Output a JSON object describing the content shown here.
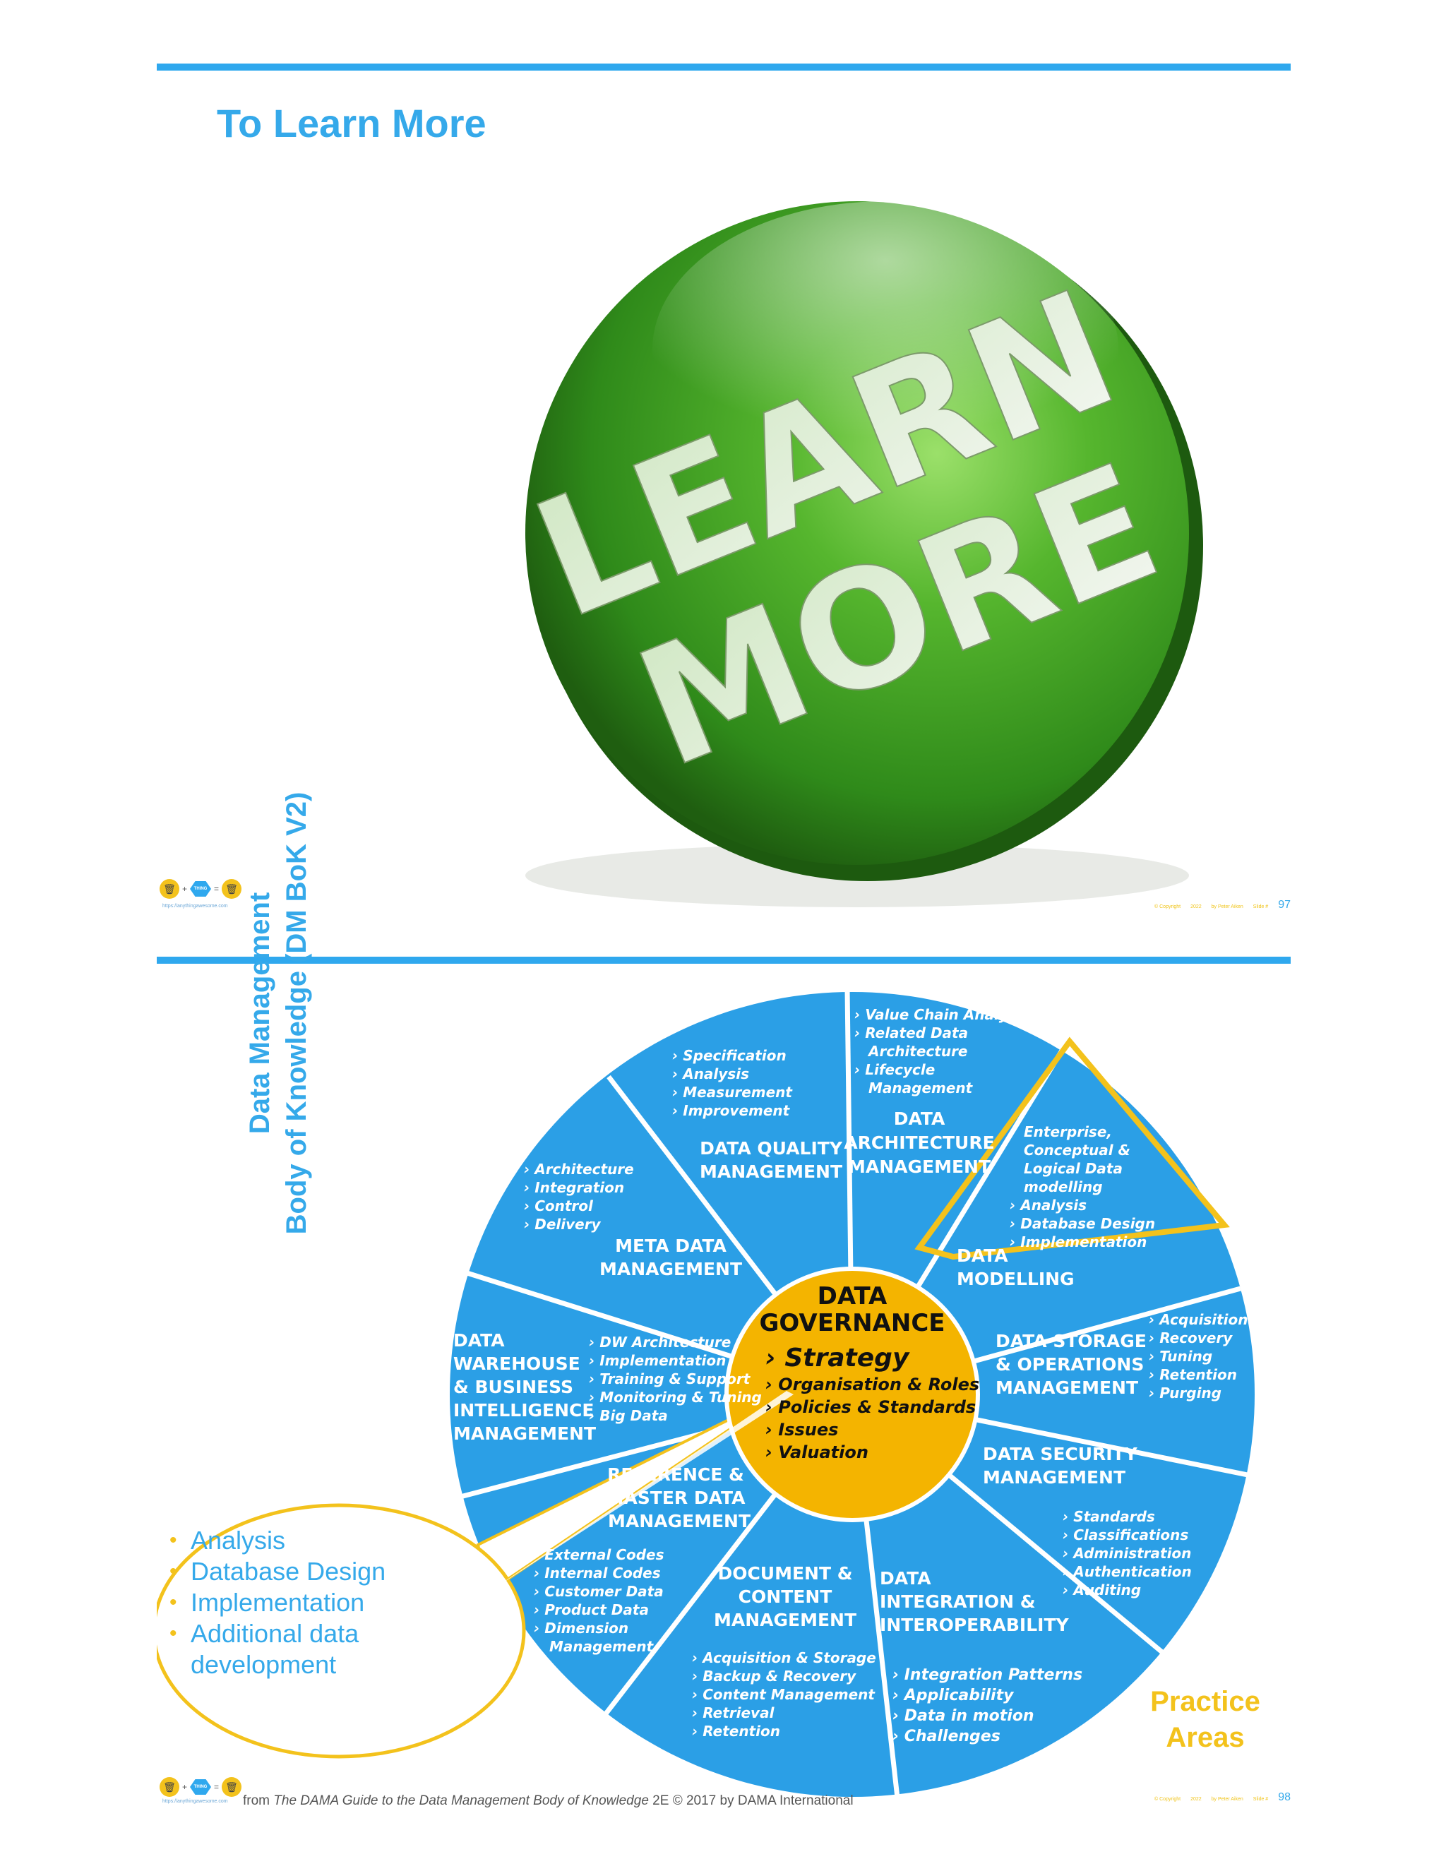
{
  "slide1": {
    "title": "To Learn More",
    "badge_line1": "LEARN",
    "badge_line2": "MORE",
    "footer": {
      "url": "https://anythingawesome.com",
      "copyright": "© Copyright",
      "year": "2022",
      "author": "by Peter Aiken",
      "slide_label": "Slide #",
      "page": "97"
    }
  },
  "slide2": {
    "vertical_title_line1": "Data Management",
    "vertical_title_line2": "Body of Knowledge (DM BoK V2)",
    "center": {
      "line1": "DATA",
      "line2": "GOVERNANCE",
      "items": [
        "Strategy",
        "Organisation & Roles",
        "Policies & Standards",
        "Issues",
        "Valuation"
      ]
    },
    "segments": {
      "quality": {
        "title": [
          "DATA QUALITY",
          "MANAGEMENT"
        ],
        "items": [
          "Specification",
          "Analysis",
          "Measurement",
          "Improvement"
        ]
      },
      "architecture": {
        "title": [
          "DATA",
          "ARCHITECTURE",
          "MANAGEMENT"
        ],
        "items": [
          "Value Chain Analysis",
          "Related Data",
          "Architecture",
          "Lifecycle",
          "Management"
        ]
      },
      "modelling": {
        "title": [
          "DATA",
          "MODELLING"
        ],
        "items": [
          "Enterprise,",
          "Conceptual &",
          "Logical  Data",
          "modelling",
          "Analysis",
          "Database Design",
          "Implementation"
        ]
      },
      "storage": {
        "title": [
          "DATA STORAGE",
          "& OPERATIONS",
          "MANAGEMENT"
        ],
        "items": [
          "Acquisition",
          "Recovery",
          "Tuning",
          "Retention",
          "Purging"
        ]
      },
      "security": {
        "title": [
          "DATA SECURITY",
          "MANAGEMENT"
        ],
        "items": [
          "Standards",
          "Classifications",
          "Administration",
          "Authentication",
          "Auditing"
        ]
      },
      "integration": {
        "title": [
          "DATA",
          "INTEGRATION &",
          "INTEROPERABILITY"
        ],
        "items": [
          "Integration Patterns",
          "Applicability",
          "Data in motion",
          "Challenges"
        ]
      },
      "document": {
        "title": [
          "DOCUMENT &",
          "CONTENT",
          "MANAGEMENT"
        ],
        "items": [
          "Acquisition & Storage",
          "Backup & Recovery",
          "Content Management",
          "Retrieval",
          "Retention"
        ]
      },
      "reference": {
        "title": [
          "REFERENCE &",
          "MASTER DATA",
          "MANAGEMENT"
        ],
        "items": [
          "External Codes",
          "Internal Codes",
          "Customer Data",
          "Product Data",
          "Dimension",
          "Management"
        ]
      },
      "warehouse": {
        "title": [
          "DATA",
          "WAREHOUSE",
          "& BUSINESS",
          "INTELLIGENCE",
          "MANAGEMENT"
        ],
        "items": [
          "DW Architecture",
          "Implementation",
          "Training & Support",
          "Monitoring & Tuning",
          "Big Data"
        ]
      },
      "meta": {
        "title": [
          "META DATA",
          "MANAGEMENT"
        ],
        "items": [
          "Architecture",
          "Integration",
          "Control",
          "Delivery"
        ]
      }
    },
    "callout_items": [
      "Analysis",
      "Database Design",
      "Implementation",
      "Additional data development"
    ],
    "practice_label": [
      "Practice",
      "Areas"
    ],
    "source_prefix": "from ",
    "source_title": "The DAMA Guide to the Data Management Body of Knowledge",
    "source_suffix": " 2E © 2017 by DAMA International",
    "footer": {
      "url": "https://anythingawesome.com",
      "copyright": "© Copyright",
      "year": "2022",
      "author": "by Peter Aiken",
      "slide_label": "Slide #",
      "page": "98"
    }
  },
  "colors": {
    "accent_blue": "#35a9ea",
    "bar_blue": "#2fa8ee",
    "wheel_blue": "#2b9fe6",
    "gold": "#f3c21c",
    "green": "#3fa72a"
  },
  "icons": [
    "trash-coin-icon",
    "hexagon-logo-icon"
  ]
}
